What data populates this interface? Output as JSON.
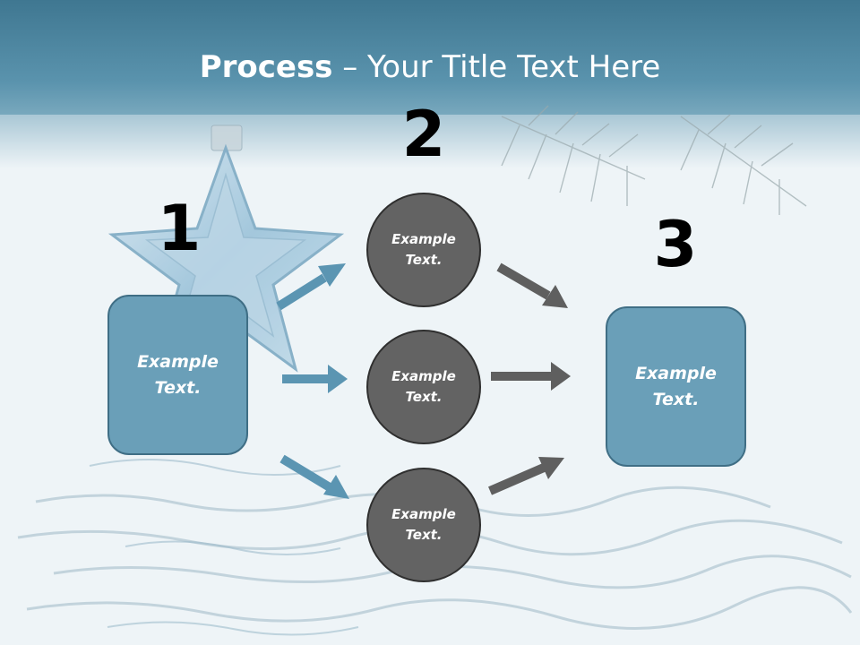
{
  "title": {
    "bold": "Process",
    "rest": " – Your Title Text Here"
  },
  "steps": {
    "one": "1",
    "two": "2",
    "three": "3"
  },
  "left_box": {
    "text": "Example\nText."
  },
  "circles": [
    {
      "text": "Example\nText."
    },
    {
      "text": "Example\nText."
    },
    {
      "text": "Example\nText."
    }
  ],
  "right_box": {
    "text": "Example\nText."
  },
  "colors": {
    "header": "#4f8aa5",
    "box_fill": "#6a9fb8",
    "box_border": "#3f6e85",
    "circle_fill": "#636363",
    "blue_arrow": "#5b95b2",
    "gray_arrow": "#5f5f5f"
  }
}
